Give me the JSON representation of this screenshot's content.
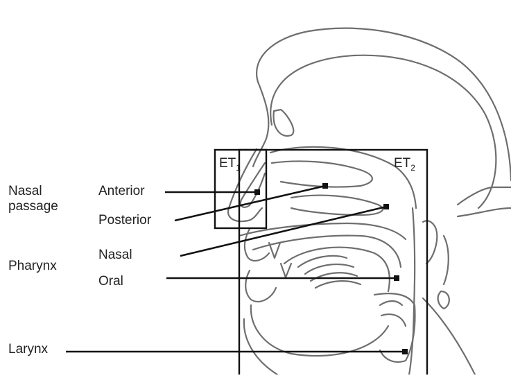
{
  "regions": {
    "nasal_passage": "Nasal\npassage",
    "pharynx": "Pharynx",
    "larynx": "Larynx"
  },
  "subregions": {
    "anterior": "Anterior",
    "posterior": "Posterior",
    "nasal": "Nasal",
    "oral": "Oral"
  },
  "boxes": {
    "et1": {
      "base": "ET",
      "sub": "1"
    },
    "et2": {
      "base": "ET",
      "sub": "2"
    }
  }
}
